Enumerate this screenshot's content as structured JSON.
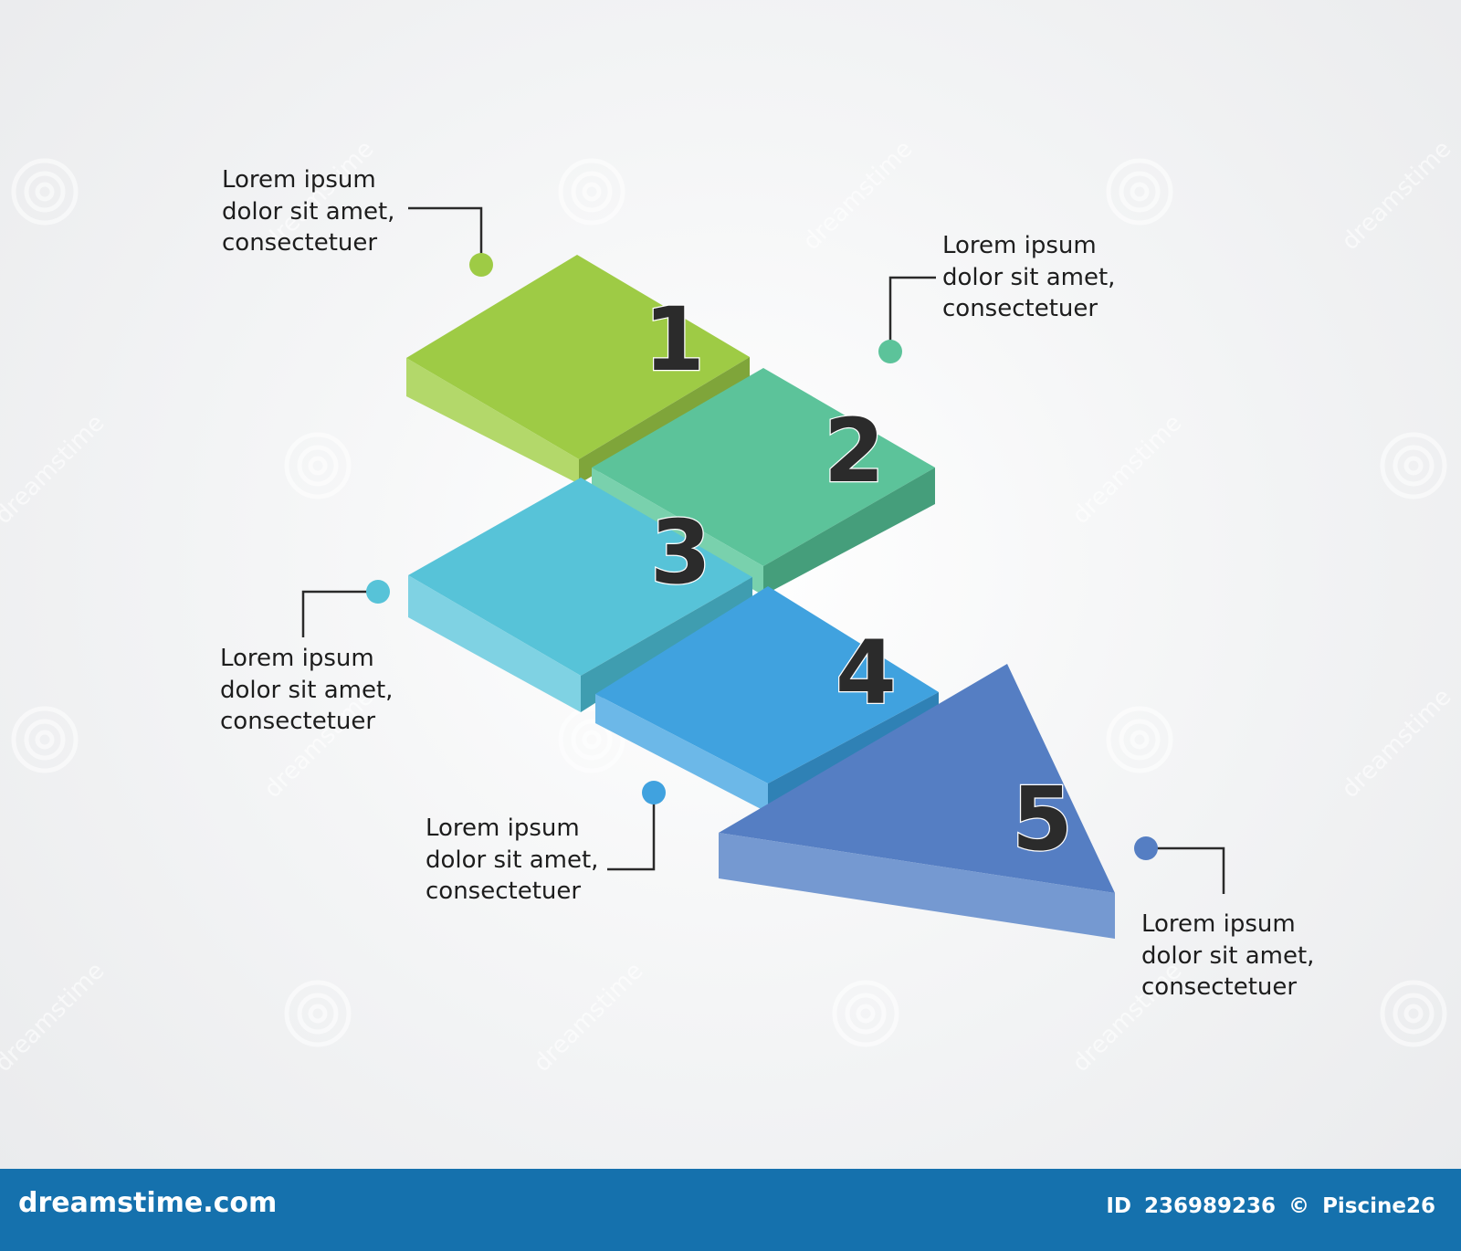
{
  "steps": [
    {
      "number": "1",
      "color": "#9ecb45",
      "lines": [
        "Lorem ipsum",
        "dolor sit amet,",
        "consectetuer"
      ]
    },
    {
      "number": "2",
      "color": "#5cc39a",
      "lines": [
        "Lorem ipsum",
        "dolor sit amet,",
        "consectetuer"
      ]
    },
    {
      "number": "3",
      "color": "#57c3d8",
      "lines": [
        "Lorem ipsum",
        "dolor sit amet,",
        "consectetuer"
      ]
    },
    {
      "number": "4",
      "color": "#40a2df",
      "lines": [
        "Lorem ipsum",
        "dolor sit amet,",
        "consectetuer"
      ]
    },
    {
      "number": "5",
      "color": "#557ec3",
      "lines": [
        "Lorem ipsum",
        "dolor sit amet,",
        "consectetuer"
      ]
    }
  ],
  "watermark_text": "dreamstime",
  "footer": {
    "brand": "dreamstime.com",
    "id_label": "ID",
    "id_value": "236989236",
    "copyright_symbol": "©",
    "author": "Piscine26"
  }
}
